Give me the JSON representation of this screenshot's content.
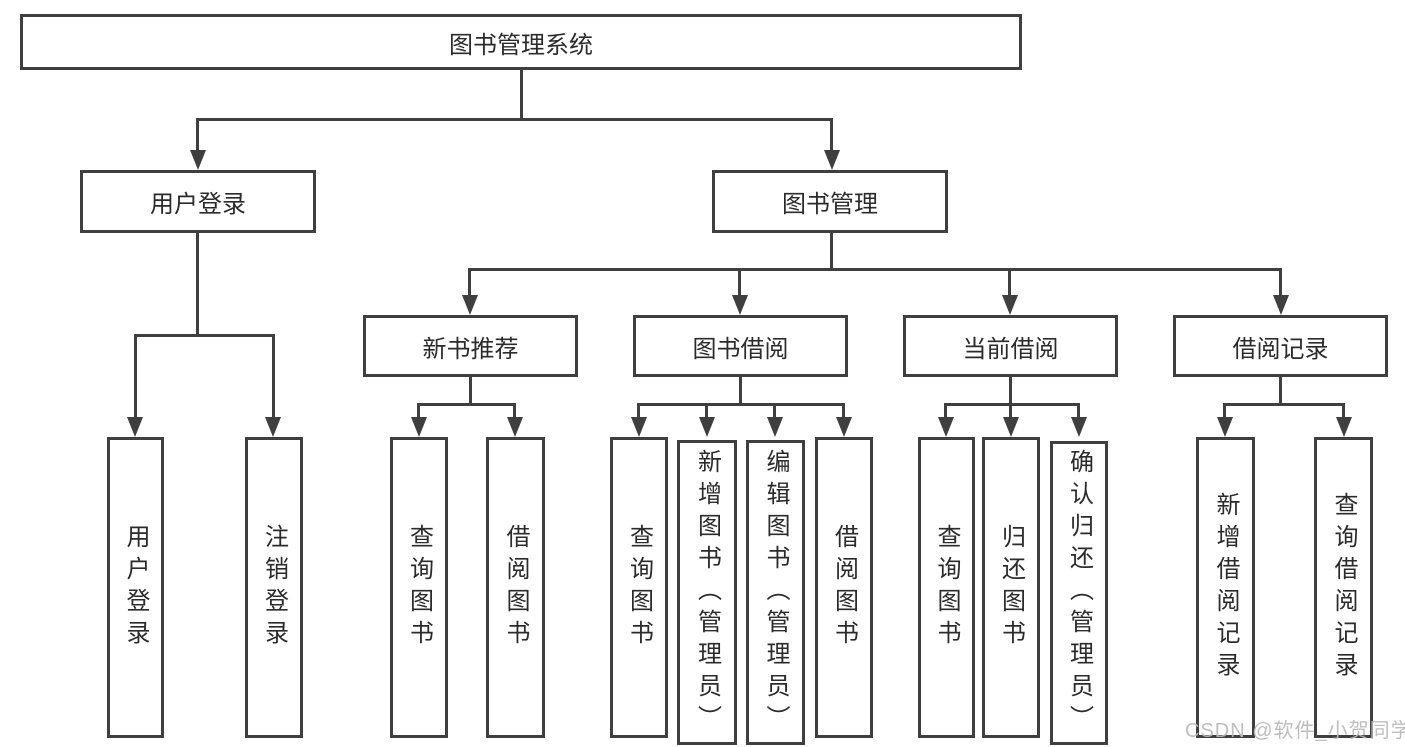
{
  "diagram": {
    "type": "hierarchy-tree",
    "watermark": {
      "text": "CSDN @软件_小贺同学",
      "color": "#b9b9b9"
    },
    "colors": {
      "background": "#ffffff",
      "box_fill": "#ffffff",
      "box_border": "#3f3f3f",
      "line": "#3f3f3f",
      "text": "#2b2b2b"
    },
    "tree": {
      "label": "图书管理系统",
      "children": [
        {
          "label": "用户登录",
          "children": [
            {
              "label": "用户登录"
            },
            {
              "label": "注销登录"
            }
          ]
        },
        {
          "label": "图书管理",
          "children": [
            {
              "label": "新书推荐",
              "children": [
                {
                  "label": "查询图书"
                },
                {
                  "label": "借阅图书"
                }
              ]
            },
            {
              "label": "图书借阅",
              "children": [
                {
                  "label": "查询图书"
                },
                {
                  "label": "新增图书（管理员）"
                },
                {
                  "label": "编辑图书（管理员）"
                },
                {
                  "label": "借阅图书"
                }
              ]
            },
            {
              "label": "当前借阅",
              "children": [
                {
                  "label": "查询图书"
                },
                {
                  "label": "归还图书"
                },
                {
                  "label": "确认归还（管理员）"
                }
              ]
            },
            {
              "label": "借阅记录",
              "children": [
                {
                  "label": "新增借阅记录"
                },
                {
                  "label": "查询借阅记录"
                }
              ]
            }
          ]
        }
      ]
    }
  }
}
